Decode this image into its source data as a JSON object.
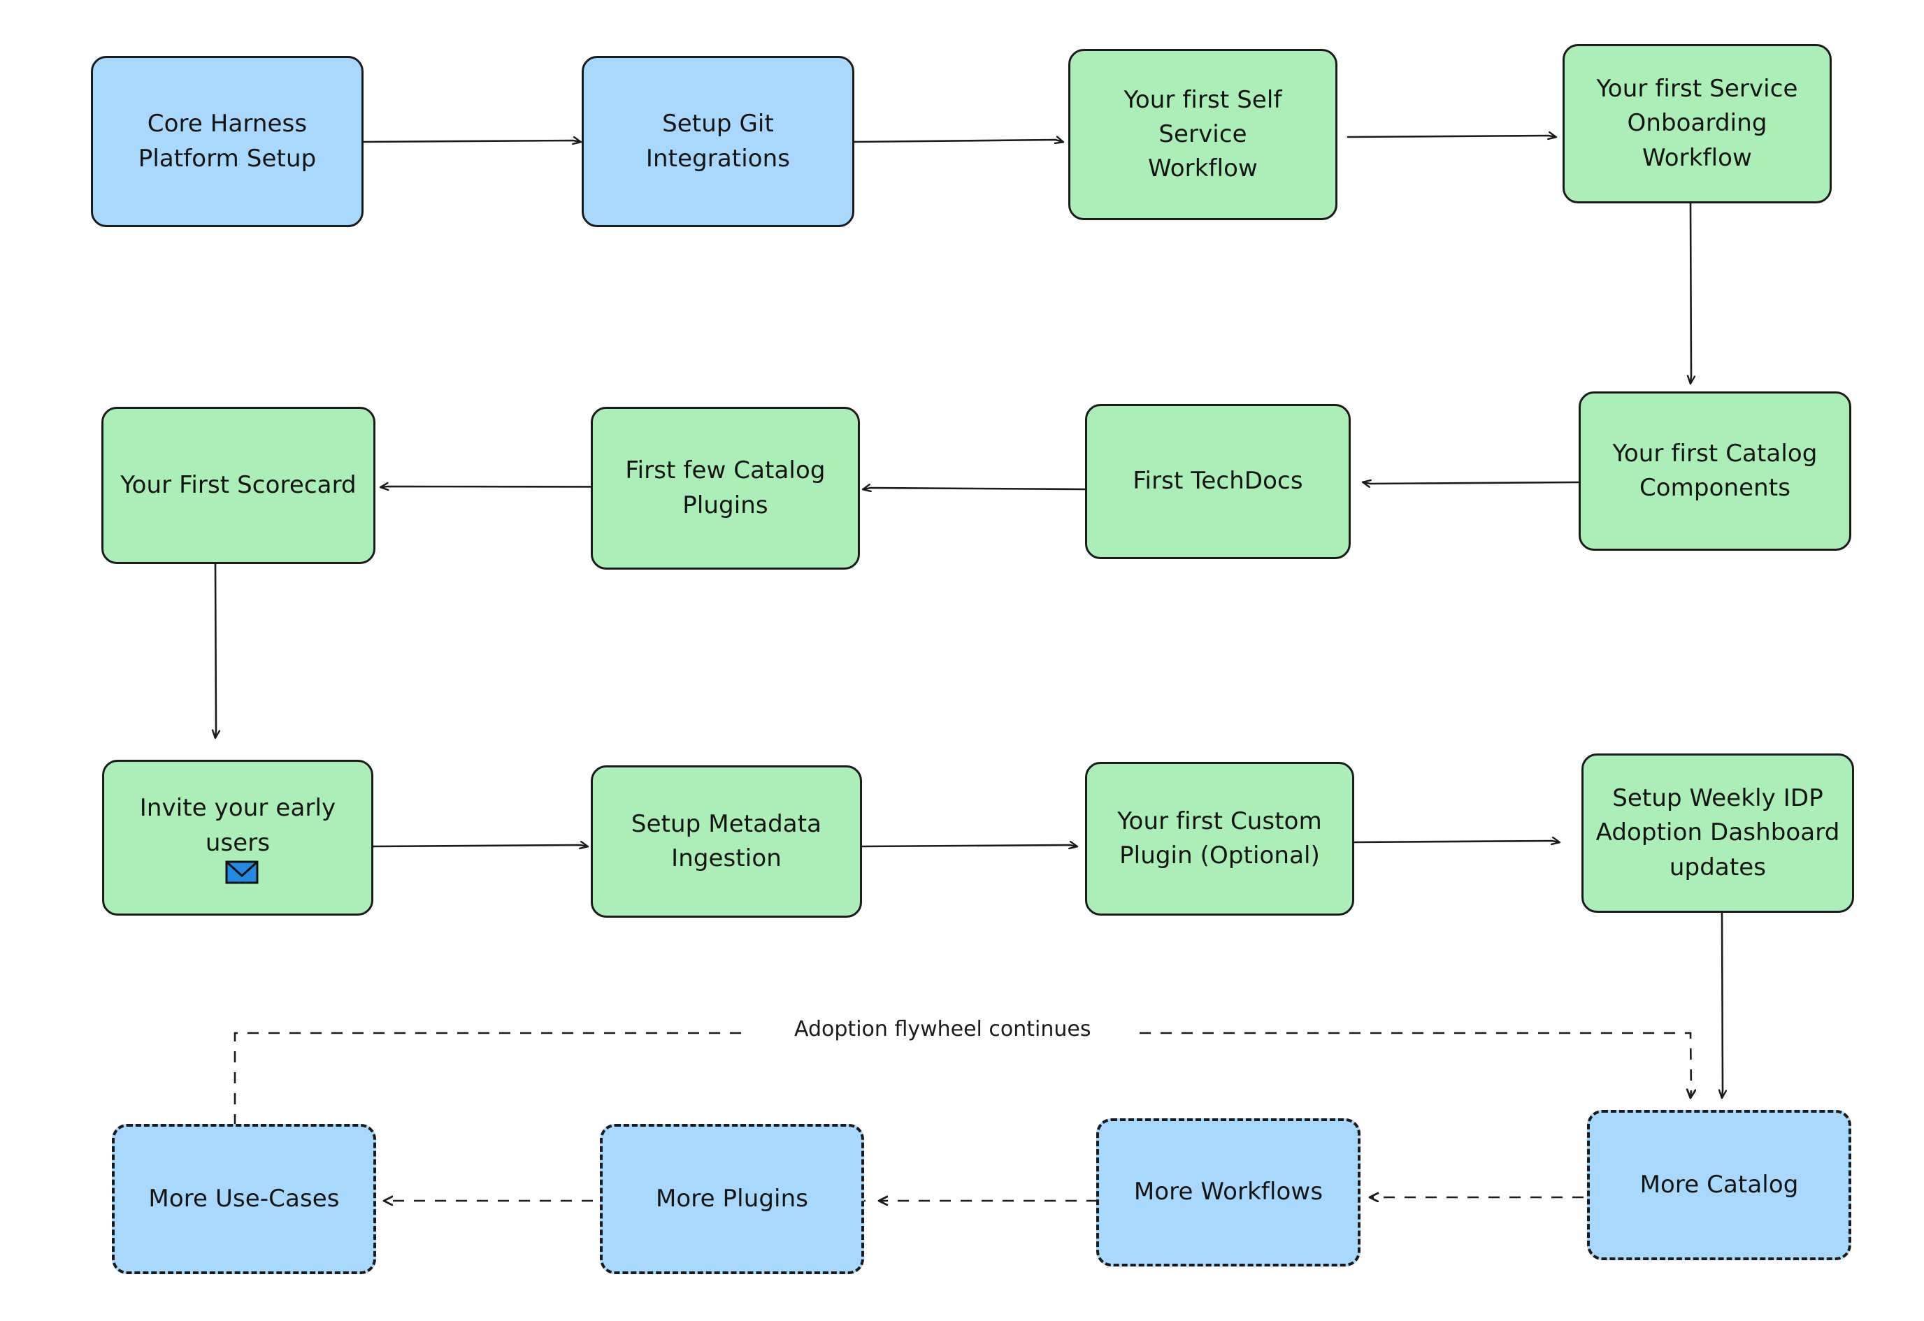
{
  "diagram": {
    "title": "Harness IDP adoption flywheel flowchart",
    "colors": {
      "blue_fill": "#A8D8FB",
      "green_fill": "#ACEEB7",
      "stroke": "#1b1b1b",
      "background": "#ffffff"
    },
    "nodes": [
      {
        "id": "core-harness-platform-setup",
        "label": "Core Harness\nPlatform Setup",
        "color": "blue",
        "border": "solid",
        "row": 1
      },
      {
        "id": "setup-git-integrations",
        "label": "Setup Git\nIntegrations",
        "color": "blue",
        "border": "solid",
        "row": 1
      },
      {
        "id": "your-first-self-service-workflow",
        "label": "Your first Self Service\nWorkflow",
        "color": "green",
        "border": "solid",
        "row": 1
      },
      {
        "id": "your-first-service-onboarding-workflow",
        "label": "Your first Service\nOnboarding\nWorkflow",
        "color": "green",
        "border": "solid",
        "row": 1
      },
      {
        "id": "your-first-scorecard",
        "label": "Your First Scorecard",
        "color": "green",
        "border": "solid",
        "row": 2
      },
      {
        "id": "first-few-catalog-plugins",
        "label": "First few Catalog\nPlugins",
        "color": "green",
        "border": "solid",
        "row": 2
      },
      {
        "id": "first-techdocs",
        "label": "First TechDocs",
        "color": "green",
        "border": "solid",
        "row": 2
      },
      {
        "id": "your-first-catalog-components",
        "label": "Your first Catalog\nComponents",
        "color": "green",
        "border": "solid",
        "row": 2
      },
      {
        "id": "invite-your-early-users",
        "label": "Invite your early\nusers",
        "icon": "envelope-icon",
        "color": "green",
        "border": "solid",
        "row": 3
      },
      {
        "id": "setup-metadata-ingestion",
        "label": "Setup Metadata\nIngestion",
        "color": "green",
        "border": "solid",
        "row": 3
      },
      {
        "id": "your-first-custom-plugin",
        "label": "Your first Custom\nPlugin (Optional)",
        "color": "green",
        "border": "solid",
        "row": 3
      },
      {
        "id": "setup-weekly-idp-adoption-dashboard-updates",
        "label": "Setup Weekly IDP\nAdoption Dashboard\nupdates",
        "color": "green",
        "border": "solid",
        "row": 3
      },
      {
        "id": "more-use-cases",
        "label": "More Use-Cases",
        "color": "blue",
        "border": "dashed",
        "row": 4
      },
      {
        "id": "more-plugins",
        "label": "More Plugins",
        "color": "blue",
        "border": "dashed",
        "row": 4
      },
      {
        "id": "more-workflows",
        "label": "More Workflows",
        "color": "blue",
        "border": "dashed",
        "row": 4
      },
      {
        "id": "more-catalog",
        "label": "More Catalog",
        "color": "blue",
        "border": "dashed",
        "row": 4
      }
    ],
    "edge_labels": {
      "flywheel": "Adoption flywheel continues"
    },
    "edges": [
      {
        "from": "core-harness-platform-setup",
        "to": "setup-git-integrations",
        "style": "solid"
      },
      {
        "from": "setup-git-integrations",
        "to": "your-first-self-service-workflow",
        "style": "solid"
      },
      {
        "from": "your-first-self-service-workflow",
        "to": "your-first-service-onboarding-workflow",
        "style": "solid"
      },
      {
        "from": "your-first-service-onboarding-workflow",
        "to": "your-first-catalog-components",
        "style": "solid"
      },
      {
        "from": "your-first-catalog-components",
        "to": "first-techdocs",
        "style": "solid"
      },
      {
        "from": "first-techdocs",
        "to": "first-few-catalog-plugins",
        "style": "solid"
      },
      {
        "from": "first-few-catalog-plugins",
        "to": "your-first-scorecard",
        "style": "solid"
      },
      {
        "from": "your-first-scorecard",
        "to": "invite-your-early-users",
        "style": "solid"
      },
      {
        "from": "invite-your-early-users",
        "to": "setup-metadata-ingestion",
        "style": "solid"
      },
      {
        "from": "setup-metadata-ingestion",
        "to": "your-first-custom-plugin",
        "style": "solid"
      },
      {
        "from": "your-first-custom-plugin",
        "to": "setup-weekly-idp-adoption-dashboard-updates",
        "style": "solid"
      },
      {
        "from": "setup-weekly-idp-adoption-dashboard-updates",
        "to": "more-catalog",
        "style": "solid"
      },
      {
        "from": "more-catalog",
        "to": "more-workflows",
        "style": "dashed"
      },
      {
        "from": "more-workflows",
        "to": "more-plugins",
        "style": "dashed"
      },
      {
        "from": "more-plugins",
        "to": "more-use-cases",
        "style": "dashed"
      },
      {
        "from": "more-use-cases",
        "to": "more-catalog",
        "style": "dashed",
        "label": "Adoption flywheel continues"
      }
    ]
  }
}
